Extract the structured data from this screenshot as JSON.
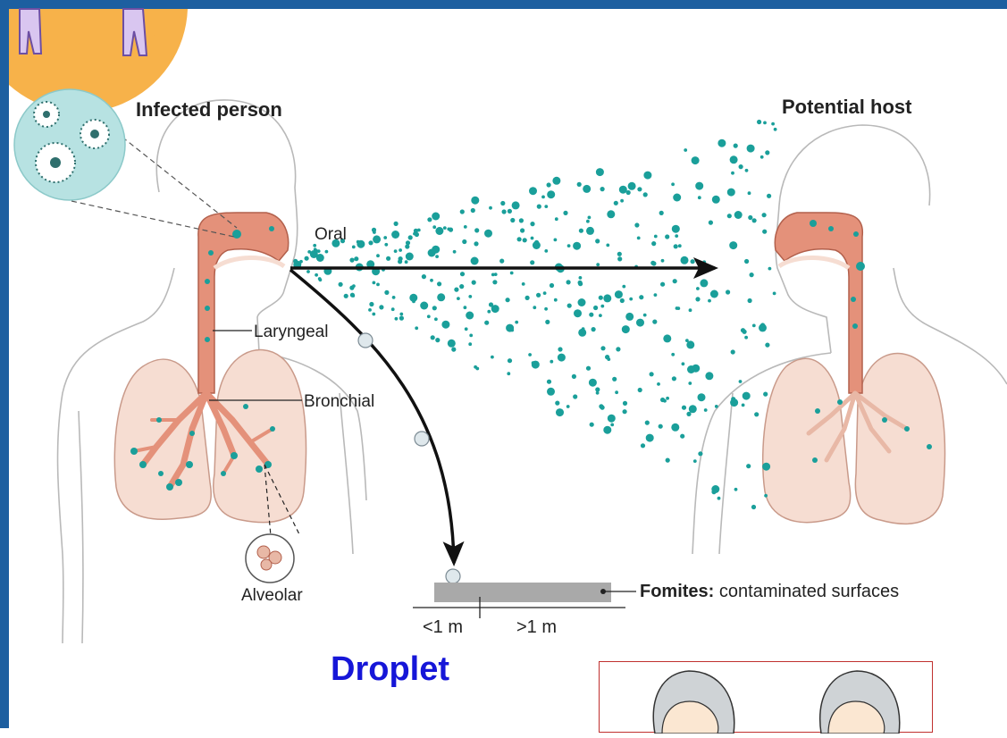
{
  "labels": {
    "infected": "Infected person",
    "host": "Potential host",
    "oral": "Oral",
    "laryngeal": "Laryngeal",
    "bronchial": "Bronchial",
    "alveolar": "Alveolar",
    "fomites_bold": "Fomites:",
    "fomites_rest": " contaminated surfaces",
    "less_1m": "<1 m",
    "more_1m": ">1 m"
  },
  "title": "Droplet",
  "colors": {
    "frame_blue": "#1d5fa0",
    "droplet_teal": "#1a9f9a",
    "airway": "#e4917a",
    "lung": "#f6ddd2",
    "banner_orange": "#f7b24a",
    "title_blue": "#1616d8",
    "surface_gray": "#a9a9a9"
  },
  "icons": [
    "virus-icon",
    "alveoli-icon",
    "person-icon"
  ]
}
